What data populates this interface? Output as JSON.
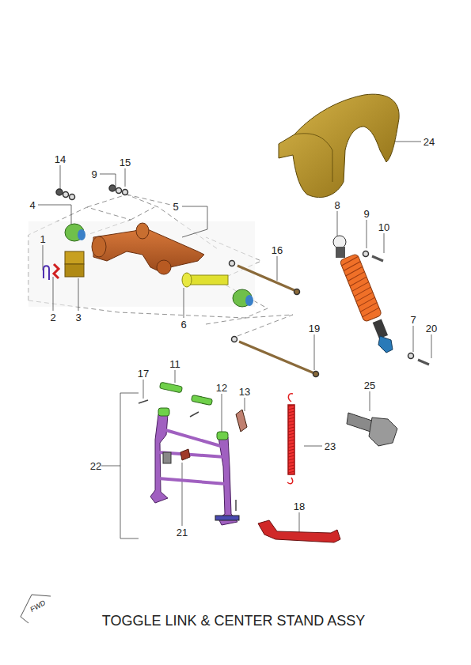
{
  "diagram": {
    "title": "TOGGLE LINK & CENTER STAND ASSY",
    "labels": [
      "14",
      "15",
      "9",
      "4",
      "5",
      "1",
      "16",
      "2",
      "3",
      "6",
      "8",
      "9",
      "10",
      "7",
      "20",
      "19",
      "11",
      "17",
      "12",
      "13",
      "25",
      "23",
      "22",
      "21",
      "18",
      "24",
      "FWD"
    ]
  }
}
